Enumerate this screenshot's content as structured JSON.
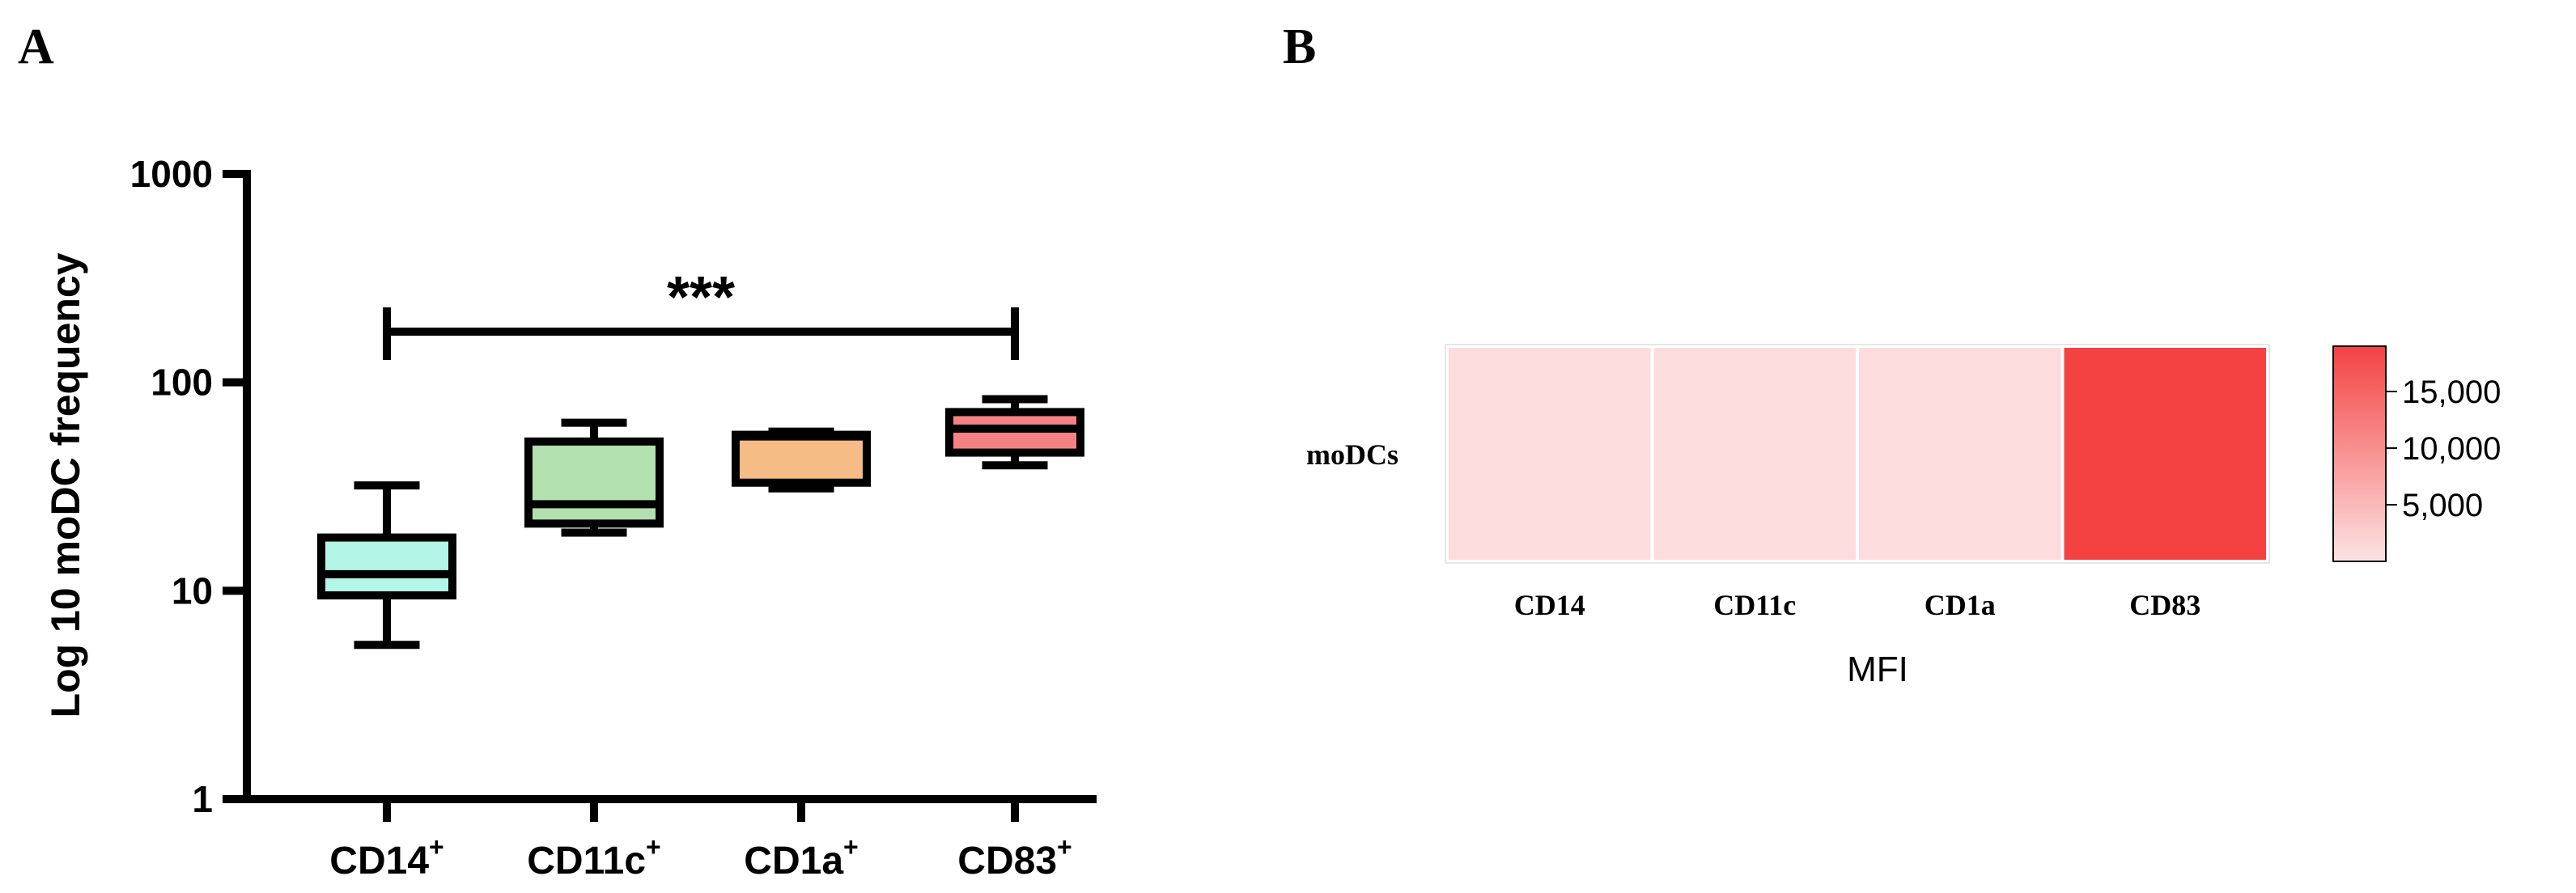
{
  "panels": {
    "a_letter": "A",
    "b_letter": "B"
  },
  "chart_data": [
    {
      "type": "box",
      "ylabel": "Log 10 moDC frequency",
      "yscale": "log",
      "ylim": [
        1,
        1000
      ],
      "yticks": [
        {
          "value": 1,
          "label": "1"
        },
        {
          "value": 10,
          "label": "10"
        },
        {
          "value": 100,
          "label": "100"
        },
        {
          "value": 1000,
          "label": "1000"
        }
      ],
      "categories": [
        {
          "base": "CD14",
          "sup": "+"
        },
        {
          "base": "CD11c",
          "sup": "+"
        },
        {
          "base": "CD1a",
          "sup": "+"
        },
        {
          "base": "CD83",
          "sup": "+"
        }
      ],
      "boxes": [
        {
          "min": 5.5,
          "q1": 9.5,
          "median": 12,
          "q3": 18,
          "max": 32,
          "color": "#b3f5e6"
        },
        {
          "min": 19,
          "q1": 21,
          "median": 26,
          "q3": 52,
          "max": 64,
          "color": "#b2e0ae"
        },
        {
          "min": 31,
          "q1": 33,
          "median": 55,
          "q3": 56,
          "max": 58,
          "color": "#f6bc85"
        },
        {
          "min": 40,
          "q1": 46,
          "median": 60,
          "q3": 72,
          "max": 83,
          "color": "#f58282"
        }
      ],
      "significance": {
        "from": 0,
        "to": 3,
        "label": "***",
        "level": 175
      }
    },
    {
      "type": "heatmap",
      "xlabel": "MFI",
      "rows": [
        "moDCs"
      ],
      "columns": [
        "CD14",
        "CD11c",
        "CD1a",
        "CD83"
      ],
      "values": [
        [
          800,
          800,
          800,
          19000
        ]
      ],
      "colorbar": {
        "min": 0,
        "max": 19000,
        "low_color": "#fde3e4",
        "high_color": "#f44242",
        "ticks": [
          {
            "value": 5000,
            "label": "5,000"
          },
          {
            "value": 10000,
            "label": "10,000"
          },
          {
            "value": 15000,
            "label": "15,000"
          }
        ]
      }
    }
  ]
}
